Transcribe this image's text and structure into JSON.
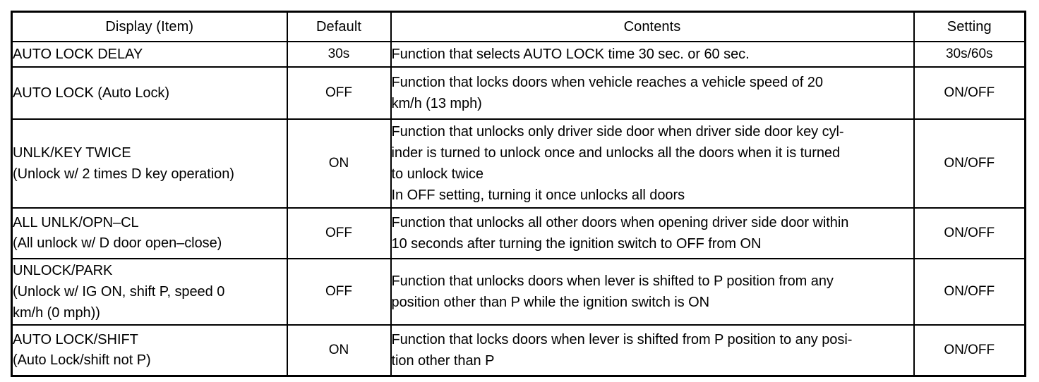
{
  "table": {
    "name": "door-lock-function-settings-table",
    "columns": [
      {
        "key": "item",
        "label": "Display (Item)"
      },
      {
        "key": "default",
        "label": "Default"
      },
      {
        "key": "contents",
        "label": "Contents"
      },
      {
        "key": "setting",
        "label": "Setting"
      }
    ],
    "rows": [
      {
        "item": "AUTO LOCK DELAY",
        "default": "30s",
        "contents": "Function that selects AUTO LOCK time 30 sec. or 60 sec.",
        "setting": "30s/60s"
      },
      {
        "item": "AUTO LOCK (Auto Lock)",
        "default": "OFF",
        "contents": "Function that locks doors when vehicle reaches a vehicle speed of 20\nkm/h (13 mph)",
        "setting": "ON/OFF"
      },
      {
        "item": "UNLK/KEY TWICE\n(Unlock w/ 2 times D key operation)",
        "default": "ON",
        "contents": "Function that unlocks only driver side door when driver side door key cyl-\ninder is turned to unlock once and unlocks all the doors when it is turned\nto unlock twice\nIn OFF setting, turning it once unlocks all doors",
        "setting": "ON/OFF"
      },
      {
        "item": "ALL UNLK/OPN–CL\n(All unlock w/ D door open–close)",
        "default": "OFF",
        "contents": "Function that unlocks all other doors when opening driver side door within\n10 seconds after turning the ignition switch to OFF from ON",
        "setting": "ON/OFF"
      },
      {
        "item": "UNLOCK/PARK\n(Unlock w/ IG ON, shift P, speed 0\nkm/h (0 mph))",
        "default": "OFF",
        "contents": "Function that unlocks doors when lever is shifted to P position from any\nposition other than P while the ignition switch is ON",
        "setting": "ON/OFF"
      },
      {
        "item": "AUTO LOCK/SHIFT\n(Auto Lock/shift not P)",
        "default": "ON",
        "contents": "Function that locks doors when lever is shifted from P position to any posi-\ntion other than P",
        "setting": "ON/OFF"
      }
    ]
  },
  "colors": {
    "page_background": "#ffffff",
    "text": "#000000",
    "border": "#000000"
  }
}
